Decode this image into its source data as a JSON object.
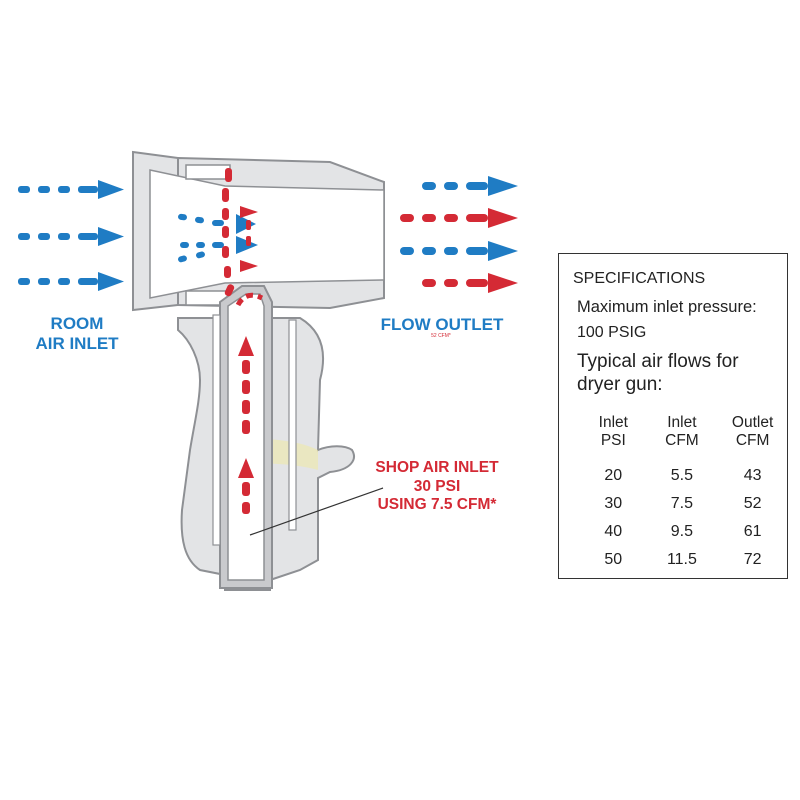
{
  "labels": {
    "room_inlet": [
      "ROOM",
      "AIR INLET"
    ],
    "flow_outlet": "FLOW OUTLET",
    "flow_outlet_note": "52 CFM*",
    "shop_inlet": [
      "SHOP AIR INLET",
      "30 PSI",
      "USING 7.5 CFM*"
    ]
  },
  "specs": {
    "title": "SPECIFICATIONS",
    "max_inlet_label": "Maximum inlet pressure:",
    "max_inlet_value": "100 PSIG",
    "typical_label": "Typical air flows for dryer gun:",
    "headers": [
      [
        "Inlet",
        "PSI"
      ],
      [
        "Inlet",
        "CFM"
      ],
      [
        "Outlet",
        "CFM"
      ]
    ],
    "rows": [
      [
        "20",
        "5.5",
        "43"
      ],
      [
        "30",
        "7.5",
        "52"
      ],
      [
        "40",
        "9.5",
        "61"
      ],
      [
        "50",
        "11.5",
        "72"
      ]
    ]
  },
  "colors": {
    "room_air": "#1f7cc4",
    "shop_air": "#d42a35",
    "body_fill": "#e3e4e6",
    "body_stroke": "#8e9094",
    "highlight": "#e9e29a"
  }
}
